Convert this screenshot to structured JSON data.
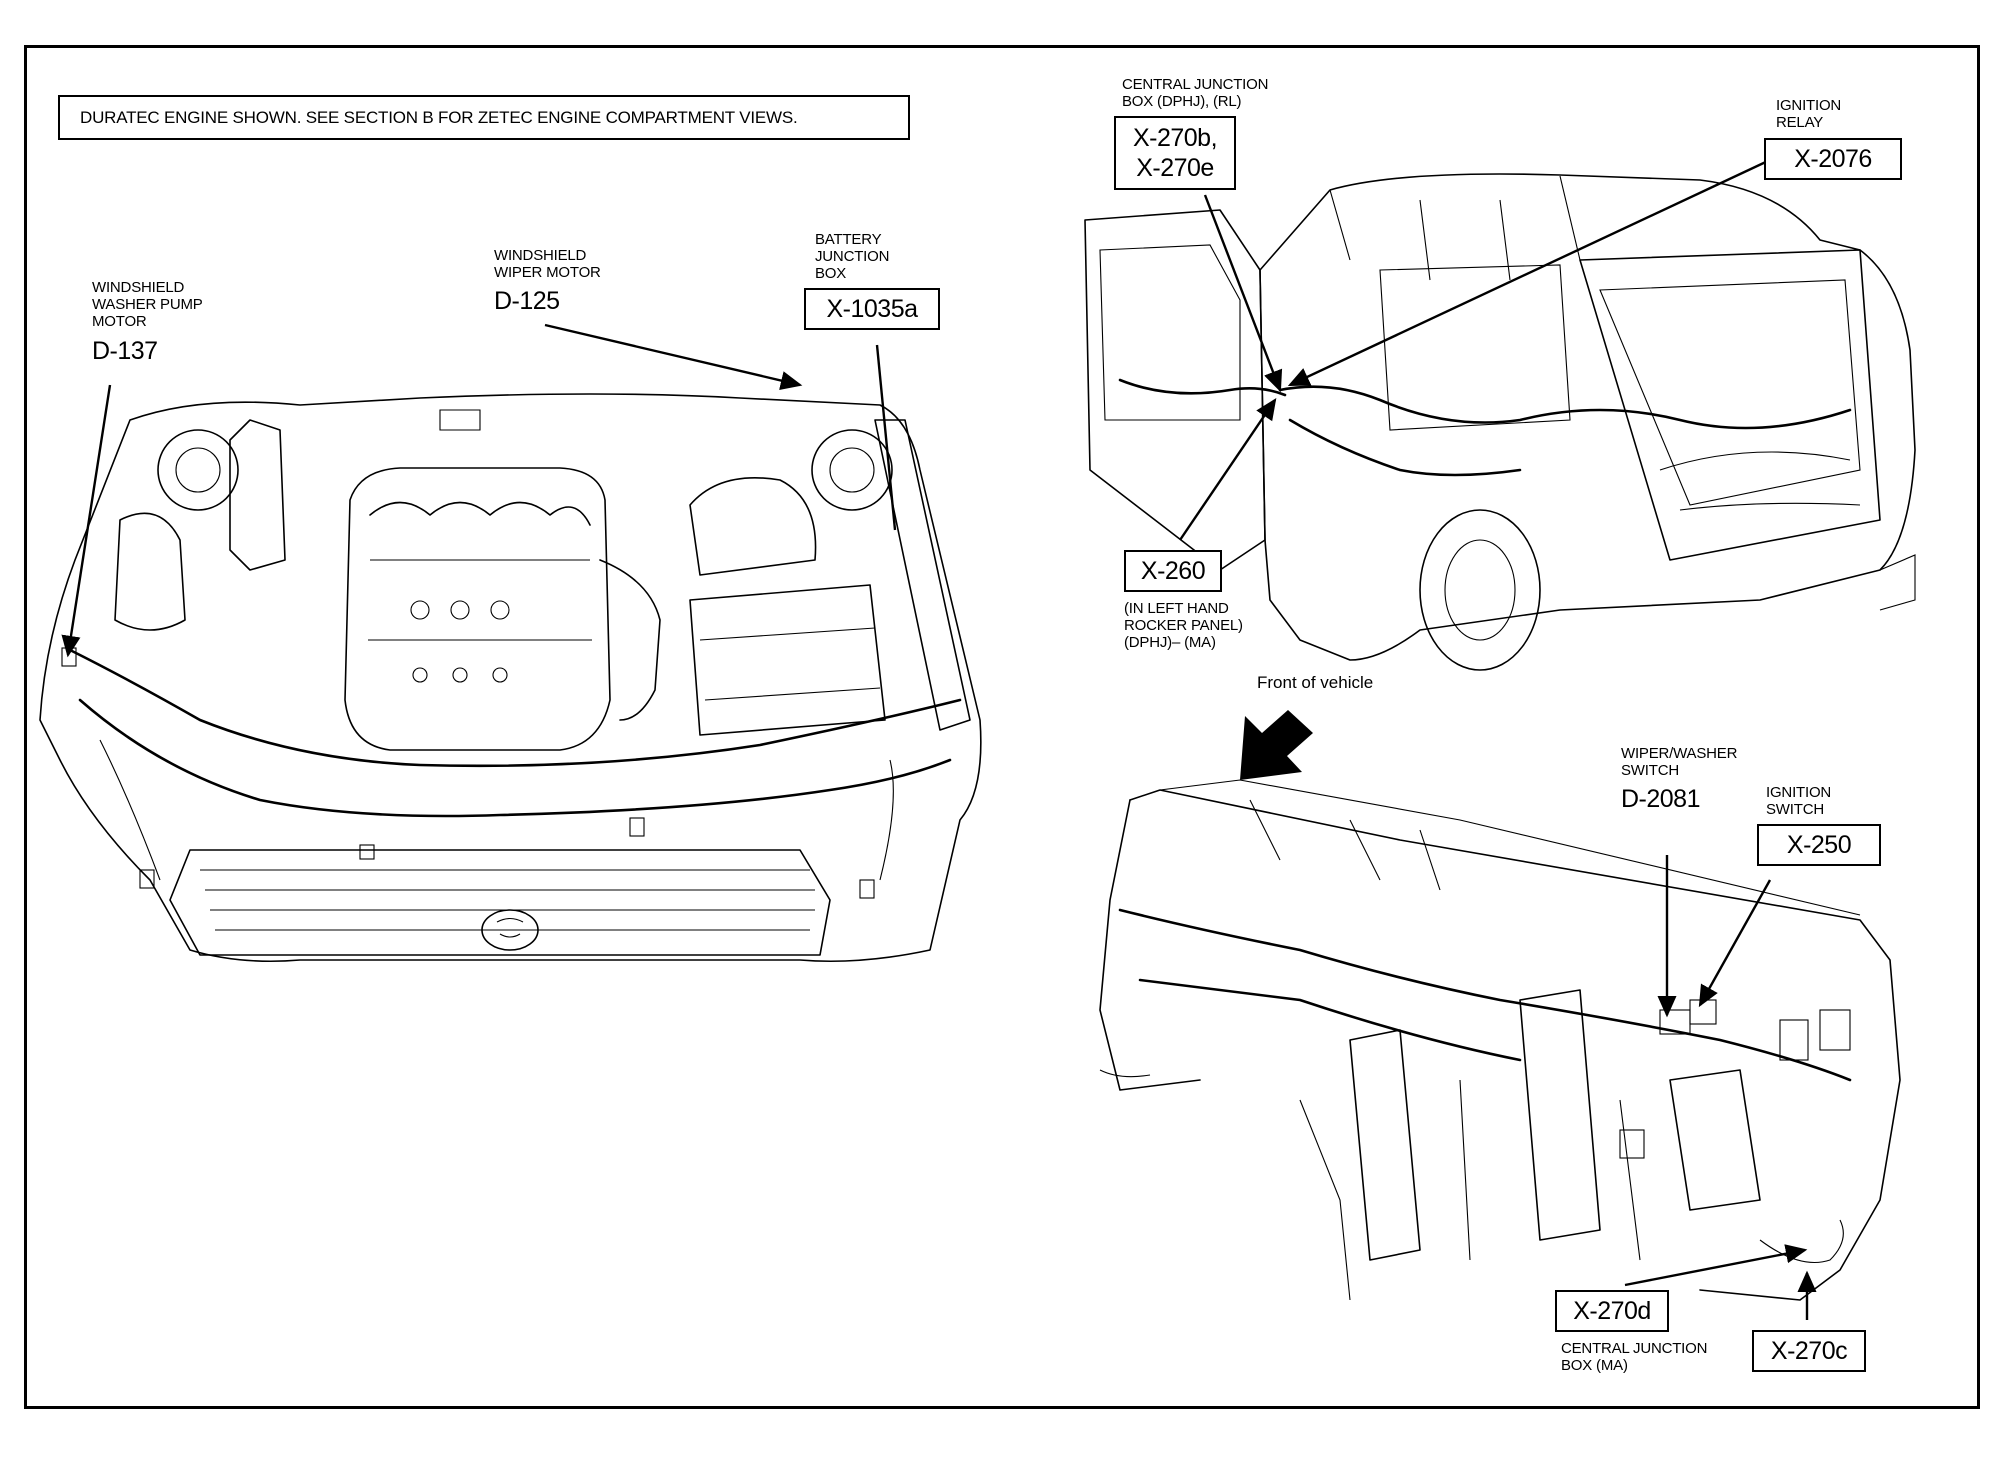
{
  "note": "DURATEC ENGINE SHOWN. SEE SECTION B FOR ZETEC ENGINE COMPARTMENT VIEWS.",
  "engine_compartment": {
    "washer_pump": {
      "label": "WINDSHIELD\nWASHER PUMP\nMOTOR",
      "code": "D-137"
    },
    "wiper_motor": {
      "label": "WINDSHIELD\nWIPER MOTOR",
      "code": "D-125"
    },
    "battery_junction_box": {
      "label": "BATTERY\nJUNCTION\nBOX",
      "code": "X-1035a"
    }
  },
  "vehicle_body": {
    "central_junction_box_rl": {
      "label": "CENTRAL JUNCTION\nBOX (DPHJ), (RL)",
      "code": "X-270b,\nX-270e"
    },
    "ignition_relay": {
      "label": "IGNITION\nRELAY",
      "code": "X-2076"
    },
    "rocker_panel": {
      "code": "X-260",
      "label": "(IN LEFT HAND\nROCKER PANEL)\n(DPHJ)– (MA)"
    }
  },
  "instrument_panel": {
    "front_of_vehicle": "Front of vehicle",
    "wiper_washer_switch": {
      "label": "WIPER/WASHER\nSWITCH",
      "code": "D-2081"
    },
    "ignition_switch": {
      "label": "IGNITION\nSWITCH",
      "code": "X-250"
    },
    "central_junction_box_ma": {
      "code": "X-270d",
      "label": "CENTRAL JUNCTION\nBOX (MA)"
    },
    "connector_270c": {
      "code": "X-270c"
    }
  }
}
